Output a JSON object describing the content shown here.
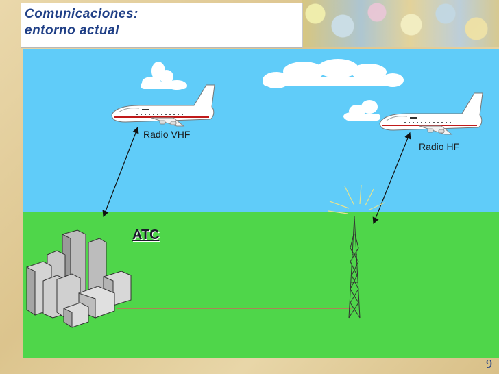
{
  "slide": {
    "title_line1": "Comunicaciones:",
    "title_line2": "entorno actual",
    "page_number": "9"
  },
  "diagram": {
    "label_vhf": "Radio VHF",
    "label_hf": "Radio HF",
    "label_atc": "ATC"
  },
  "colors": {
    "title": "#1f3f86",
    "sky": "#60ccf9",
    "ground": "#4fd64a",
    "link_line": "#c86a5a"
  },
  "icons": [
    "airplane-icon",
    "cloud-icon",
    "buildings-icon",
    "radio-tower-icon"
  ]
}
